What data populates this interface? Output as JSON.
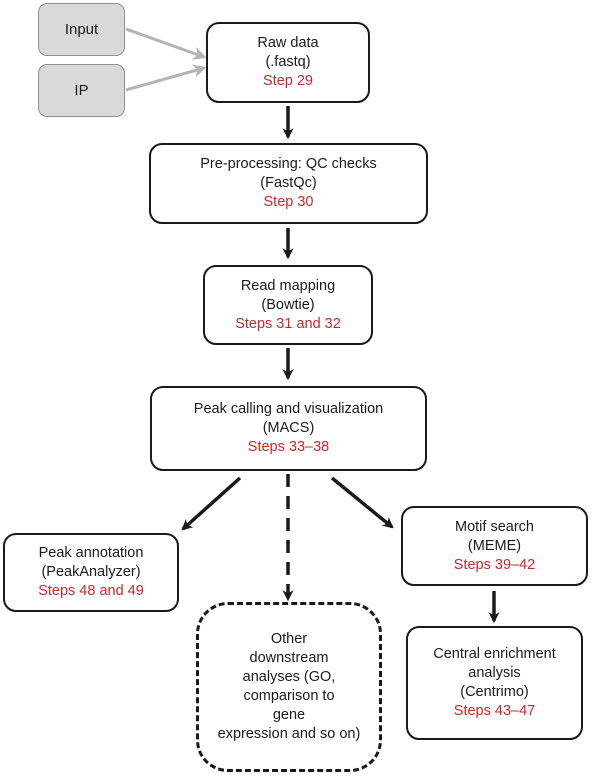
{
  "colors": {
    "step_text": "#c8282d",
    "input_fill": "#d9d9d9",
    "input_arrow": "#b4b4b4",
    "stroke": "#1a1a1a"
  },
  "inputs": {
    "input": "Input",
    "ip": "IP"
  },
  "nodes": {
    "raw_data": {
      "lines": [
        "Raw data",
        "(.fastq)"
      ],
      "step": "Step 29"
    },
    "preprocessing": {
      "lines": [
        "Pre-processing: QC checks",
        "(FastQc)"
      ],
      "step": "Step 30"
    },
    "read_mapping": {
      "lines": [
        "Read mapping",
        "(Bowtie)"
      ],
      "step": "Steps 31 and 32"
    },
    "peak_calling": {
      "lines": [
        "Peak calling and visualization",
        "(MACS)"
      ],
      "step": "Steps 33–38"
    },
    "peak_annotation": {
      "lines": [
        "Peak annotation",
        "(PeakAnalyzer)"
      ],
      "step": "Steps 48 and 49"
    },
    "motif_search": {
      "lines": [
        "Motif search",
        "(MEME)"
      ],
      "step": "Steps 39–42"
    },
    "other_analyses": {
      "lines": [
        "Other",
        "downstream",
        "analyses (GO,",
        "comparison to",
        "gene",
        "expression and so on)"
      ]
    },
    "central_enrichment": {
      "lines": [
        "Central enrichment",
        "analysis",
        "(Centrimo)"
      ],
      "step": "Steps 43–47"
    }
  }
}
